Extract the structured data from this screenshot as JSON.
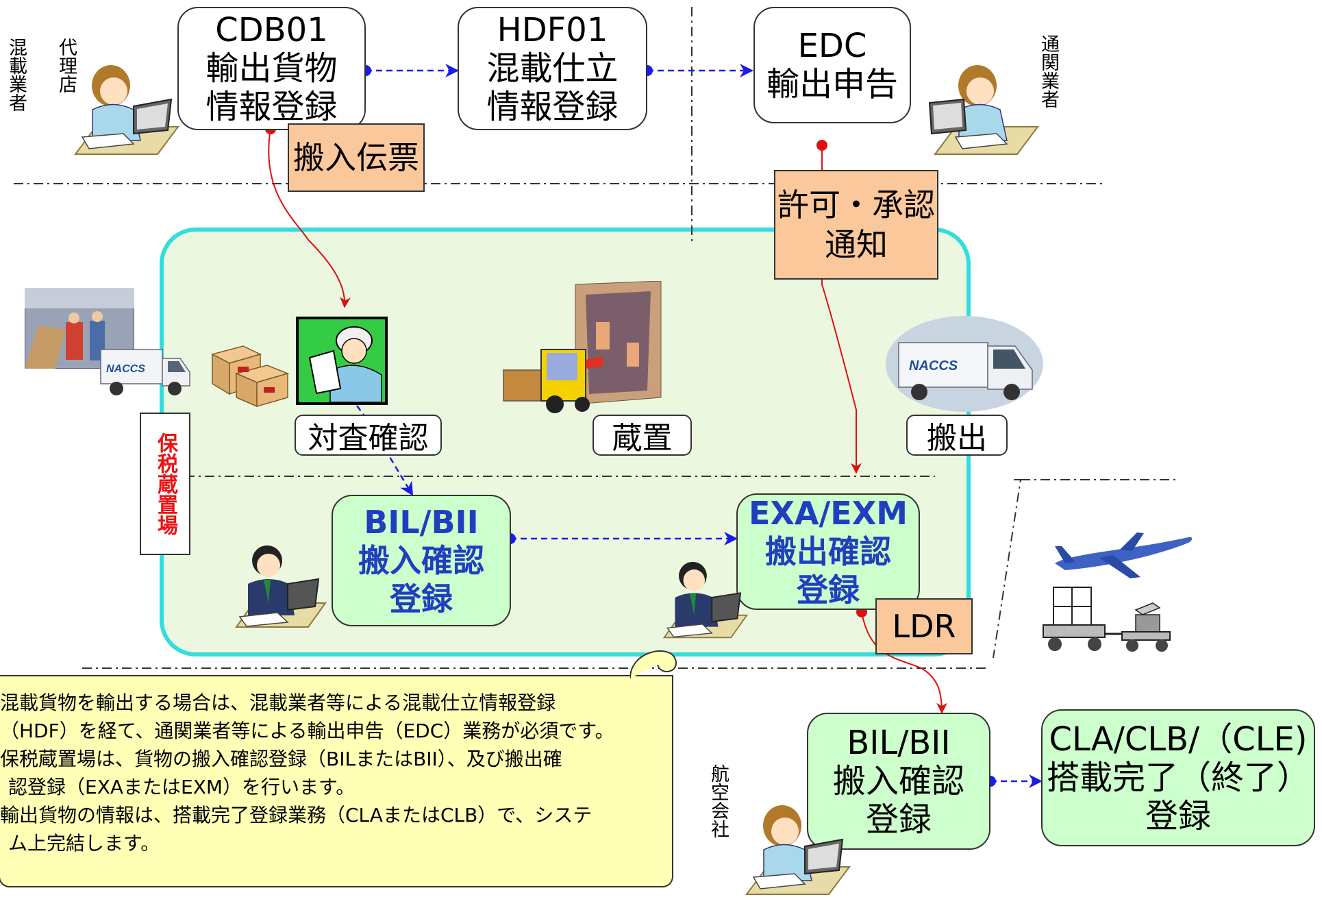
{
  "boxes": {
    "cdb01": "CDB01\n輸出貨物\n情報登録",
    "hdf01": "HDF01\n混載仕立\n情報登録",
    "edc": "EDC\n輸出申告",
    "bil_warehouse": "BIL/BII\n搬入確認\n登録",
    "exa_exm": "EXA/EXM\n搬出確認\n登録",
    "bil_airline": "BIL/BII\n搬入確認\n登録",
    "cla_clb": "CLA/CLB/（CLE)\n搭載完了（終了）\n登録"
  },
  "slips": {
    "carry_in_slip": "搬入伝票",
    "permit_notice": "許可・承認\n通知",
    "ldr": "LDR"
  },
  "labels": {
    "check": "対査確認",
    "storage": "蔵置",
    "carry_out": "搬出"
  },
  "actors": {
    "consolidator": "混載業者",
    "agent": "代理店",
    "customs_broker": "通関業者",
    "airline": "航空会社",
    "bonded_area": "保税蔵置場"
  },
  "truck_logo": "NACCS",
  "note_lines": [
    "混載貨物を輸出する場合は、混載業者等による混載仕立情報登録",
    "（HDF）を経て、通関業者等による輸出申告（EDC）業務が必須です。",
    "保税蔵置場は、貨物の搬入確認登録（BILまたはBII）、及び搬出確",
    "認登録（EXAまたはEXM）を行います。",
    "輸出貨物の情報は、搭載完了登録業務（CLAまたはCLB）で、システ",
    "ム上完結します。"
  ],
  "colors": {
    "zone_border": "#33dddd",
    "zone_fill": "#ebf7df",
    "box_green": "#ccffcc",
    "slip_orange": "#fbc89c",
    "note_yellow": "#ffffb5",
    "flow_blue": "#1a1aee",
    "flow_red": "#dd1111",
    "bold_text_blue": "#1f3fbf"
  }
}
